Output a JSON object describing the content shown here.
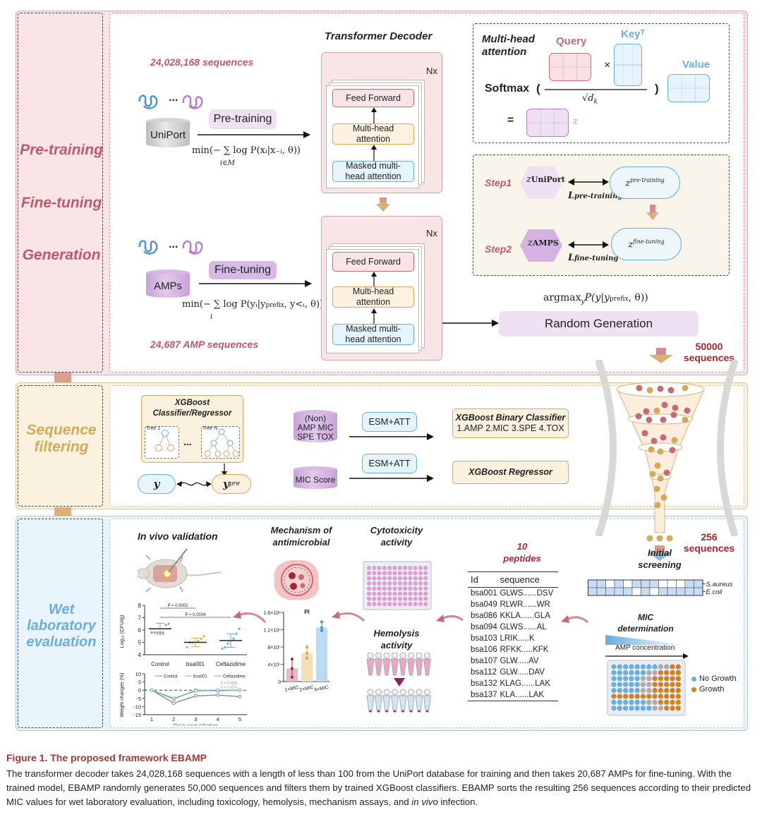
{
  "sections": {
    "pretraining_label": "Pre-training",
    "finetuning_label": "Fine-tuning",
    "generation_label": "Generation",
    "filtering_label": [
      "Sequence",
      "filtering"
    ],
    "wetlab_label": [
      "Wet",
      "laboratory",
      "evaluation"
    ]
  },
  "pretrain": {
    "count_label": "24,028,168 sequences",
    "db_label": "UniPort",
    "stage_label": "Pre-training",
    "dots": "...",
    "loss_formula": "min(− Σ_{i∈M} log P(x_i | x_{-i}, θ))",
    "loss_main": "min(− ∑ log P(x",
    "loss_sub": "i∈M",
    "loss_tail": "ᵢ|x₋ᵢ, θ))"
  },
  "finetune": {
    "count_label": "24,687 AMP sequences",
    "db_label": "AMPs",
    "stage_label": "Fine-tuning",
    "dots": "...",
    "loss_main": "min(− ∑ log P(yᵢ|y",
    "loss_prefix": "prefix",
    "loss_tail": ", y<ᵢ, θ)))",
    "loss_sub": "i"
  },
  "decoder": {
    "title": "Transformer Decoder",
    "repeat_label": "Nx",
    "feed_forward": "Feed Forward",
    "multi_head": "Multi-head attention",
    "masked": "Masked multi-head attention"
  },
  "attention": {
    "title_line1": "Multi-head",
    "title_line2": "attention",
    "query": "Query",
    "key": "Keyᵀ",
    "value": "Value",
    "softmax": "Softmax",
    "open_paren": "(",
    "close_paren": ")",
    "times": "×",
    "denominator": "√d",
    "denominator_sub": "k",
    "equals": "=",
    "z": "z"
  },
  "steps": {
    "step1": "Step1",
    "step2": "Step2",
    "z_uniport": "z",
    "z_uniport_sub": "UniPort",
    "z_amps": "z",
    "z_amps_sub": "AMPS",
    "loss_pre": "L",
    "loss_pre_sub": "pre-training",
    "loss_fine": "L",
    "loss_fine_sub": "fine-tuning",
    "z_pre": "z",
    "z_pre_sup": "pre-training",
    "z_fine": "z",
    "z_fine_sup": "fine-tuning"
  },
  "generation": {
    "formula_main": "argmax",
    "formula_sub": "y",
    "formula_tail": "P(y|y",
    "formula_prefix": "prefix",
    "formula_end": ", θ))",
    "button": "Random Generation",
    "count_line1": "50000",
    "count_line2": "sequences"
  },
  "filtering": {
    "xgb_title_line1": "XGBoost",
    "xgb_title_line2": "Classifier/Regressor",
    "tree1": "Tree 1",
    "treeN": "Tree N",
    "dots": "...",
    "y": "y",
    "y_pre": "y",
    "y_pre_sub": "pre",
    "db1_lines": [
      "(Non)",
      "AMP MIC",
      "SPE TOX"
    ],
    "db2_label": "MIC Score",
    "feature1": "ESM+ATT",
    "feature2": "ESM+ATT",
    "classifier_title": "XGBoost Binary Classifier",
    "classifier_tasks": "1.AMP 2.MIC 3.SPE 4.TOX",
    "regressor": "XGBoost Regressor",
    "out_count_line1": "256",
    "out_count_line2": "sequences"
  },
  "wetlab": {
    "invivo_title": "In vivo validation",
    "mechanism_title_line1": "Mechanism of",
    "mechanism_title_line2": "antimicrobial",
    "cytotox_title_line1": "Cytotoxicity",
    "cytotox_title_line2": "activity",
    "hemolysis_title_line1": "Hemolysis",
    "hemolysis_title_line2": "activity",
    "peptides_title_line1": "10",
    "peptides_title_line2": "peptides",
    "screening_title_line1": "Initial",
    "screening_title_line2": "screening",
    "screening_rows": [
      "S.aureus",
      "E.coli"
    ],
    "screening_grid": [
      [
        1,
        1,
        0,
        1,
        0,
        1,
        1,
        1,
        0,
        0,
        0,
        1,
        1
      ],
      [
        1,
        1,
        1,
        1,
        1,
        0,
        1,
        0,
        1,
        1,
        1,
        1,
        1
      ]
    ],
    "mic_title_line1": "MIC",
    "mic_title_line2": "determination",
    "mic_axis": "AMP concentration",
    "legend_no_growth": "No Growth",
    "legend_growth": "Growth",
    "table": {
      "headers": [
        "Id",
        "sequence"
      ],
      "rows": [
        [
          "bsa001",
          "GLWS......DSV"
        ],
        [
          "bsa049",
          "RLWR......WR"
        ],
        [
          "bsa086",
          "KKLA......GLA"
        ],
        [
          "bsa094",
          "GLWS......AL"
        ],
        [
          "bsa103",
          "LRIK.....K"
        ],
        [
          "bsa106",
          "RFKK.....KFK"
        ],
        [
          "bsa107",
          "GLW.....AV"
        ],
        [
          "bsa112",
          "GLW.....DAV"
        ],
        [
          "bsa132",
          "KLAG......LAK"
        ],
        [
          "bsa137",
          "KLA......LAK"
        ]
      ]
    }
  },
  "chart_data": [
    {
      "type": "scatter",
      "title": "",
      "xlabel": "",
      "ylabel": "Log₁₀ (CFU/g)",
      "categories": [
        "Control",
        "bsa001",
        "Ceftazidime"
      ],
      "ylim": [
        4,
        8
      ],
      "yticks": [
        4,
        5,
        6,
        7,
        8
      ],
      "means": [
        6.1,
        5.0,
        5.15
      ],
      "sd": [
        0.45,
        0.35,
        0.55
      ],
      "points": [
        [
          5.8,
          5.8,
          5.8,
          5.8,
          5.8,
          6.4,
          6.5
        ],
        [
          4.6,
          5.0,
          5.0,
          5.0,
          5.1,
          5.3,
          5.5
        ],
        [
          4.5,
          4.6,
          4.9,
          5.1,
          5.3,
          5.7,
          6.1
        ]
      ],
      "annotations": [
        "P = 0.0002",
        "P = 0.0034"
      ]
    },
    {
      "type": "line",
      "title": "",
      "xlabel": "Days post infection",
      "ylabel": "Weight changes (%)",
      "x": [
        1,
        2,
        3,
        4,
        5
      ],
      "ylim": [
        -15,
        10
      ],
      "yticks": [
        -15,
        -10,
        -5,
        0,
        5,
        10
      ],
      "series": [
        {
          "name": "Control",
          "values": [
            0,
            -8,
            -3.5,
            -3,
            -4
          ],
          "color": "#888888"
        },
        {
          "name": "bsa001",
          "values": [
            0,
            -5.5,
            0,
            -0.5,
            0
          ],
          "color": "#d4a95a"
        },
        {
          "name": "Ceftazidime",
          "values": [
            0,
            -5,
            -0.5,
            0,
            0
          ],
          "color": "#6aaee0"
        }
      ],
      "annotations": [
        "P = 0.0001",
        "P = 0.0006"
      ],
      "legend": "top"
    },
    {
      "type": "bar",
      "title": "PI",
      "xlabel": "",
      "ylabel": "",
      "categories": [
        "1×MIC",
        "2×MIC",
        "4×MIC"
      ],
      "values": [
        300000,
        660000,
        1250000
      ],
      "error_high": [
        520000,
        800000,
        1380000
      ],
      "error_low": [
        100000,
        540000,
        1180000
      ],
      "ylim": [
        0,
        1600000
      ],
      "ytick_labels": [
        "0",
        "4×10⁵",
        "8×10⁵",
        "1.2×10⁶",
        "1.6×10⁶"
      ],
      "colors": [
        "#e3b8c8",
        "#f3dfb8",
        "#bcdaf3"
      ]
    }
  ],
  "caption": {
    "title": "Figure 1.  The proposed framework EBAMP",
    "body_part1": "The transformer decoder takes 24,028,168 sequences with a length of less than 100 from the UniPort database for training and then takes 20,687 AMPs for fine-tuning. With the trained model, EBAMP randomly generates 50,000 sequences and filters them by trained XGBoost classifiers. EBAMP sorts the resulting 256 sequences according to their predicted MIC values for wet laboratory evaluation, including toxicology, hemolysis, mechanism assays, and ",
    "body_italic": "in vivo",
    "body_part2": " infection."
  },
  "colors": {
    "pretrain_accent": "#c0596a",
    "filter_accent": "#d4a95a",
    "wetlab_accent": "#6aaee0",
    "count_red": "#a8262e",
    "caption_title": "#9b3a36"
  }
}
